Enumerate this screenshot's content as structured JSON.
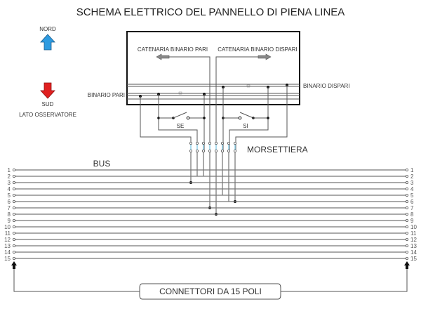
{
  "title": "SCHEMA ELETTRICO DEL PANNELLO DI PIENA LINEA",
  "compass": {
    "north_label": "NORD",
    "south_label": "SUD",
    "observer_label": "LATO OSSERVATORE",
    "north_color": "#2e9be0",
    "south_color": "#e02020"
  },
  "panel": {
    "catenary_even_label": "CATENARIA BINARIO PARI",
    "catenary_odd_label": "CATENARIA BINARIO DISPARI",
    "track_even_label": "BINARIO PARI",
    "track_odd_label": "BINARIO DISPARI",
    "switch_left_label": "SE",
    "switch_right_label": "SI"
  },
  "terminal_block_label": "MORSETTIERA",
  "bus_label": "BUS",
  "bus_lines": [
    "1",
    "2",
    "3",
    "4",
    "5",
    "6",
    "7",
    "8",
    "9",
    "10",
    "11",
    "12",
    "13",
    "14",
    "15"
  ],
  "connector_label": "CONNETTORI DA 15 POLI"
}
